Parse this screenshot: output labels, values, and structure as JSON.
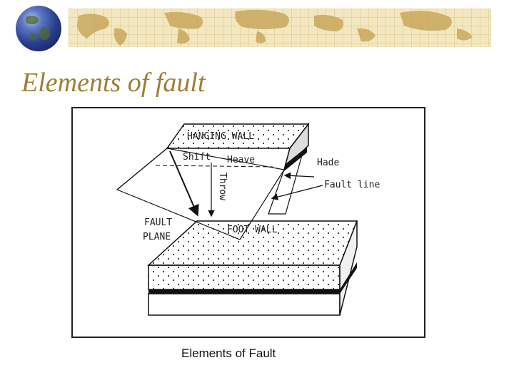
{
  "slide": {
    "title": "Elements of fault",
    "caption": "Elements of Fault"
  },
  "diagram": {
    "labels": {
      "hanging_wall": "HANGING WALL",
      "shift": "Shift",
      "heave": "Heave",
      "hade": "Hade",
      "fault_line": "Fault line",
      "throw": "Throw",
      "fault_plane_1": "FAULT",
      "fault_plane_2": "PLANE",
      "foot_wall": "FOOT WALL"
    }
  },
  "colors": {
    "title": "#a07d35",
    "banner_light": "#f3e7bf",
    "banner_dark": "#c9a85e"
  }
}
